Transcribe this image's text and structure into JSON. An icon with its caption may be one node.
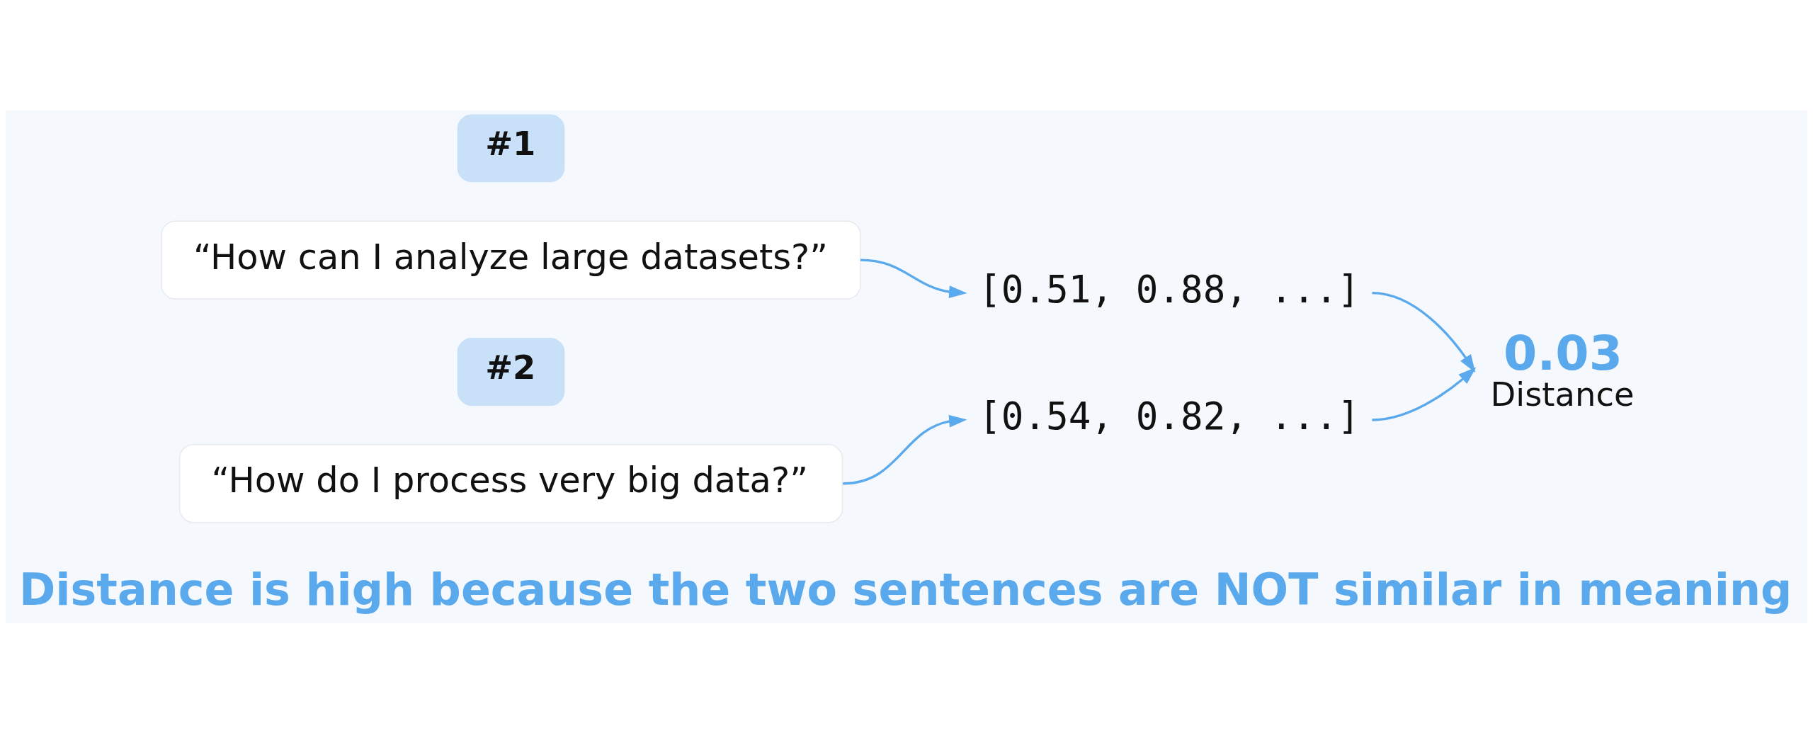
{
  "diagram": {
    "caption": "Distance is high because the two sentences are NOT similar in meaning",
    "nodes": [
      {
        "text": [
          "#1"
        ]
      },
      {
        "text": [
          "“How can I analyze large datasets?”"
        ]
      },
      {
        "text": [
          "[0.51, 0.88, ...]"
        ]
      },
      {
        "text": [
          "#2"
        ]
      },
      {
        "text": [
          "“How do I process very big data?”"
        ]
      },
      {
        "text": [
          "[0.54, 0.82, ...]"
        ]
      },
      {
        "text": [
          "0.03",
          "Distance"
        ]
      }
    ],
    "edges": [
      {
        "from": 1,
        "to": 2,
        "arrow": "to"
      },
      {
        "from": 4,
        "to": 5,
        "arrow": "to"
      },
      {
        "from": 2,
        "to": 6,
        "arrow": "to"
      },
      {
        "from": 5,
        "to": 6,
        "arrow": "to"
      }
    ]
  }
}
